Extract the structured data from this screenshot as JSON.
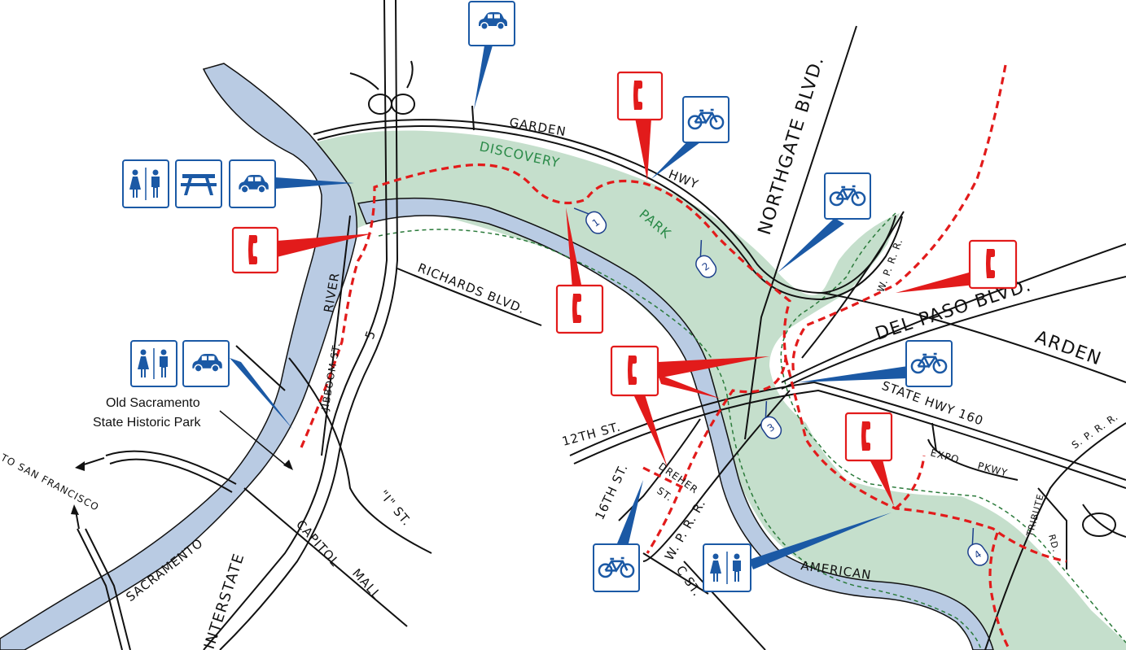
{
  "map": {
    "park_name": [
      "DISCOVERY",
      "PARK"
    ],
    "rivers": [
      "SACRAMENTO",
      "RIVER",
      "AMERICAN"
    ],
    "roads": {
      "garden": "GARDEN",
      "hwy": "HWY",
      "northgate": "NORTHGATE BLVD.",
      "richards": "RICHARDS BLVD.",
      "jibboom": "JIBBOOM ST.",
      "five": "5",
      "del_paso": "DEL PASO BLVD.",
      "arden": "ARDEN",
      "wprr_top": "W. P. R. R.",
      "state_hwy": "STATE HWY 160",
      "twelfth": "12TH ST.",
      "sixteenth": "16TH ST.",
      "dreher": "DREHER",
      "dreher_st": "ST.",
      "wprr_bottom": "W. P. R. R.",
      "c_st": "C ST.",
      "expo": "EXPO",
      "pkwy": "PKWY",
      "sprr": "S. P. R. R.",
      "tribute": "TRIBUTE",
      "rd": "RD.",
      "i_st": "\"I\" ST.",
      "capitol": "CAPITOL",
      "mall": "MALL",
      "interstate": "INTERSTATE",
      "to_sf": "TO SAN FRANCISCO"
    },
    "annotation": {
      "line1": "Old Sacramento",
      "line2": "State Historic Park"
    },
    "mile_markers": [
      "1",
      "2",
      "3",
      "4"
    ],
    "legend_icons": [
      "restroom-icon",
      "picnic-table-icon",
      "parking-icon",
      "bicycle-icon",
      "telephone-icon"
    ],
    "colors": {
      "river": "#b9cbe3",
      "park": "#c5dfcc",
      "trail": "#e21b1b",
      "service_blue": "#1b59a5",
      "phone_red": "#e21b1b"
    }
  }
}
